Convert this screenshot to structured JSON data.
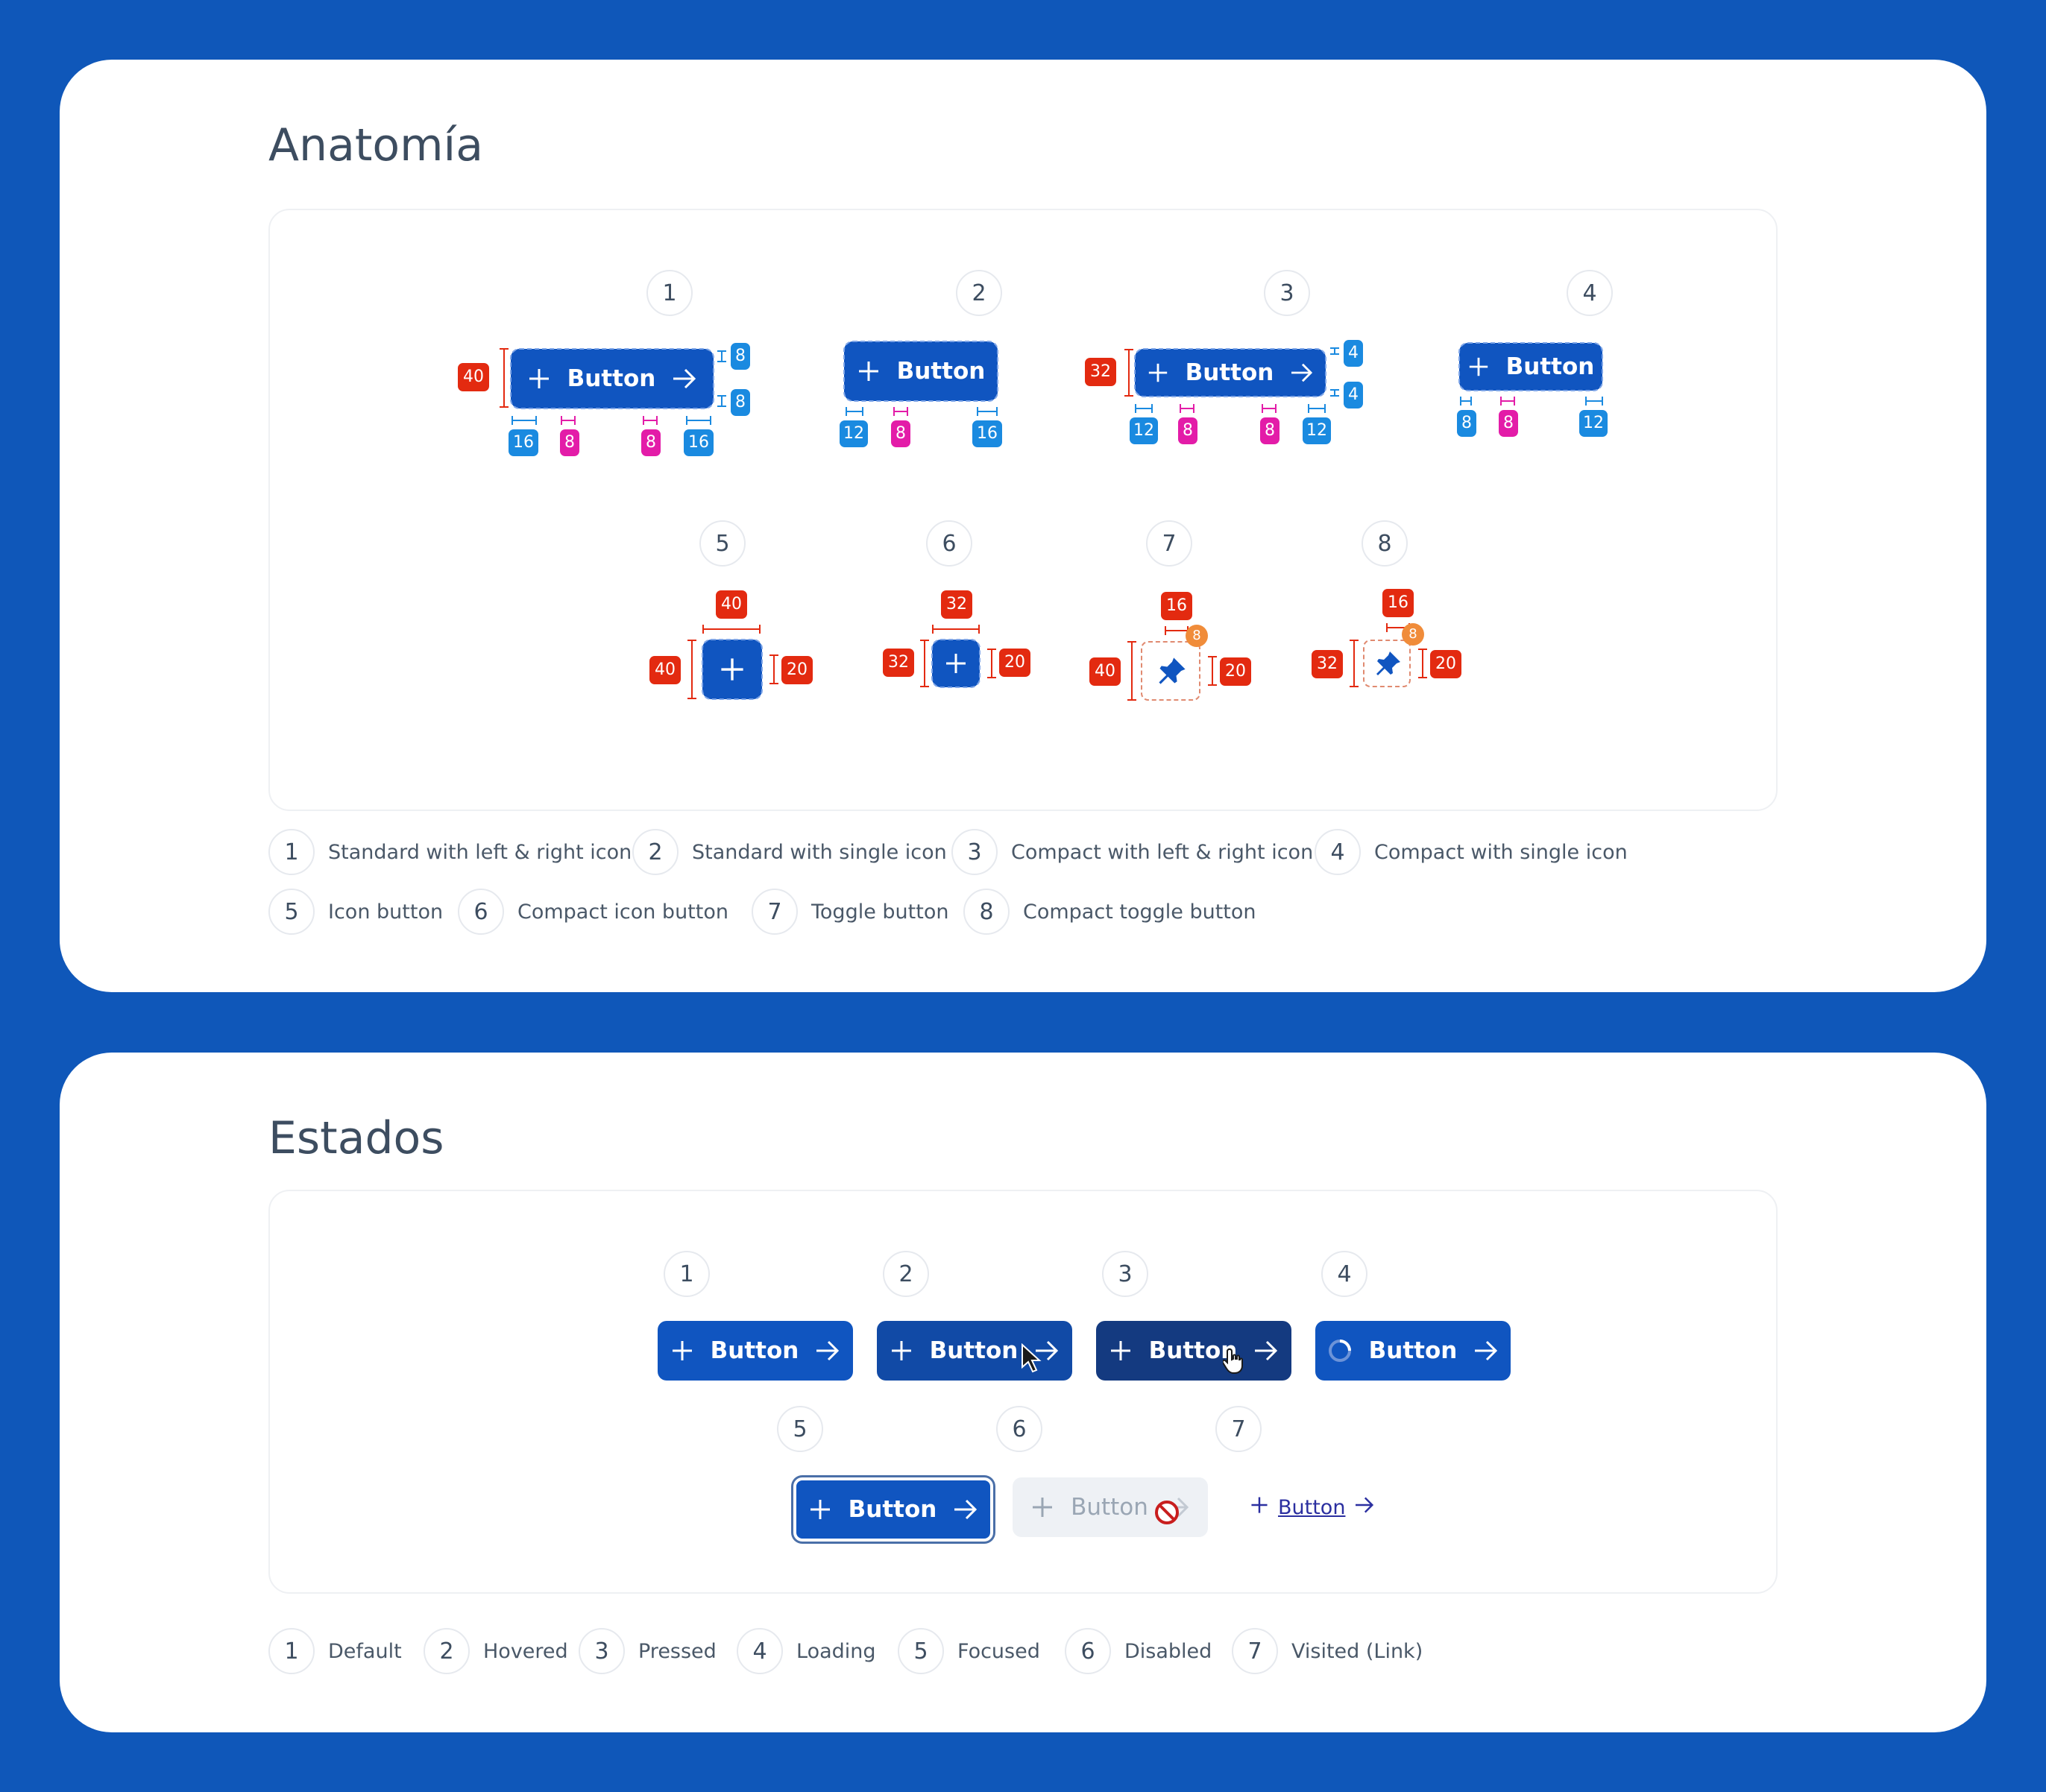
{
  "anatomia": {
    "title": "Anatomía",
    "button_label": "Button",
    "items": [
      {
        "num": "1",
        "label": "Standard with left & right icon"
      },
      {
        "num": "2",
        "label": "Standard with single icon"
      },
      {
        "num": "3",
        "label": "Compact with left & right icon"
      },
      {
        "num": "4",
        "label": "Compact with single icon"
      },
      {
        "num": "5",
        "label": "Icon button"
      },
      {
        "num": "6",
        "label": "Compact icon button"
      },
      {
        "num": "7",
        "label": "Toggle button"
      },
      {
        "num": "8",
        "label": "Compact toggle button"
      }
    ],
    "measures": {
      "h40": "40",
      "h32": "32",
      "v8": "8",
      "v4": "4",
      "p16": "16",
      "p12": "12",
      "g8": "8",
      "w40": "40",
      "w32": "32",
      "w16": "16",
      "i20": "20",
      "o8": "8"
    }
  },
  "estados": {
    "title": "Estados",
    "button_label": "Button",
    "items": [
      {
        "num": "1",
        "label": "Default"
      },
      {
        "num": "2",
        "label": "Hovered"
      },
      {
        "num": "3",
        "label": "Pressed"
      },
      {
        "num": "4",
        "label": "Loading"
      },
      {
        "num": "5",
        "label": "Focused"
      },
      {
        "num": "6",
        "label": "Disabled"
      },
      {
        "num": "7",
        "label": "Visited (Link)"
      }
    ]
  },
  "colors": {
    "background": "#0f57b9",
    "button": "#1055c0",
    "button_hover": "#114aa6",
    "button_pressed": "#143a80",
    "disabled_bg": "#eef1f5",
    "disabled_text": "#9aa6b4",
    "link": "#2b2fa0",
    "measure_red": "#e32a10",
    "measure_blue": "#1a8ae0",
    "measure_pink": "#e31ca8",
    "measure_orange": "#f08c3a"
  },
  "icons": [
    "plus-icon",
    "arrow-right-icon",
    "pin-icon",
    "spinner-icon",
    "cursor-arrow-icon",
    "cursor-hand-icon",
    "not-allowed-icon"
  ]
}
